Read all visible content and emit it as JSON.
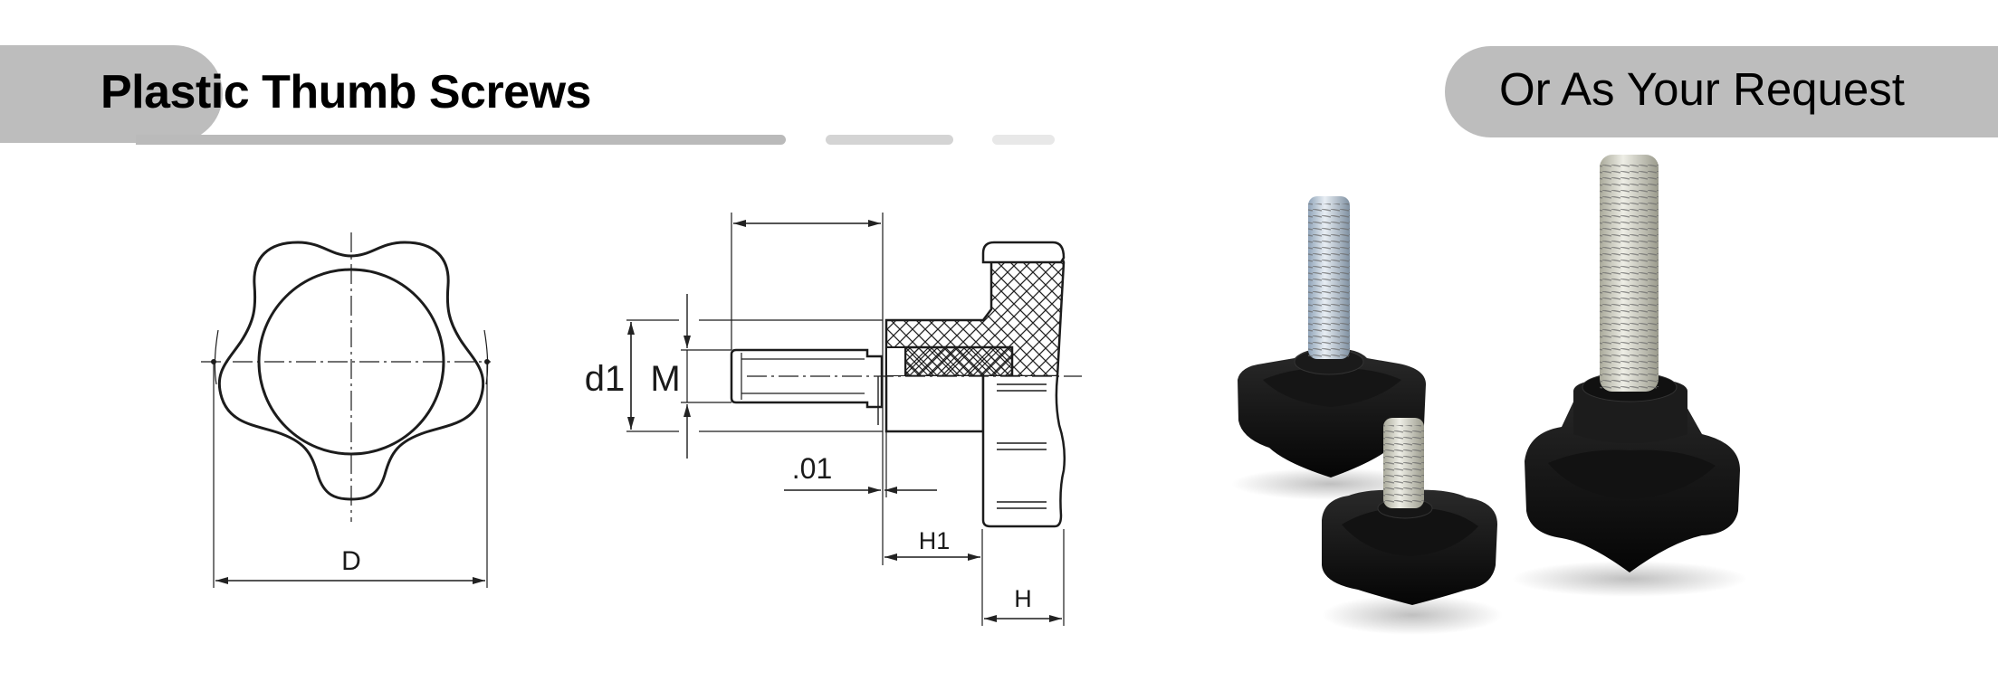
{
  "header": {
    "title": "Plastic Thumb Screws",
    "request_label": "Or As Your Request",
    "colors": {
      "tab_grey": "#bdbdbd",
      "bar_main": "#bababa",
      "bar_light": "#d4d4d4",
      "bar_lighter": "#e8e8e8",
      "text": "#000000"
    }
  },
  "drawings": {
    "front_view": {
      "dimension_labels": [
        "D"
      ]
    },
    "side_view": {
      "dimension_labels": {
        "d1": "d1",
        "m": "M",
        "offset": ".01",
        "h1": "H1",
        "h": "H"
      }
    }
  },
  "photo": {
    "items": [
      {
        "name": "small-star-knob-zinc-screw"
      },
      {
        "name": "small-star-knob-short-screw"
      },
      {
        "name": "large-star-knob-long-screw"
      }
    ]
  }
}
